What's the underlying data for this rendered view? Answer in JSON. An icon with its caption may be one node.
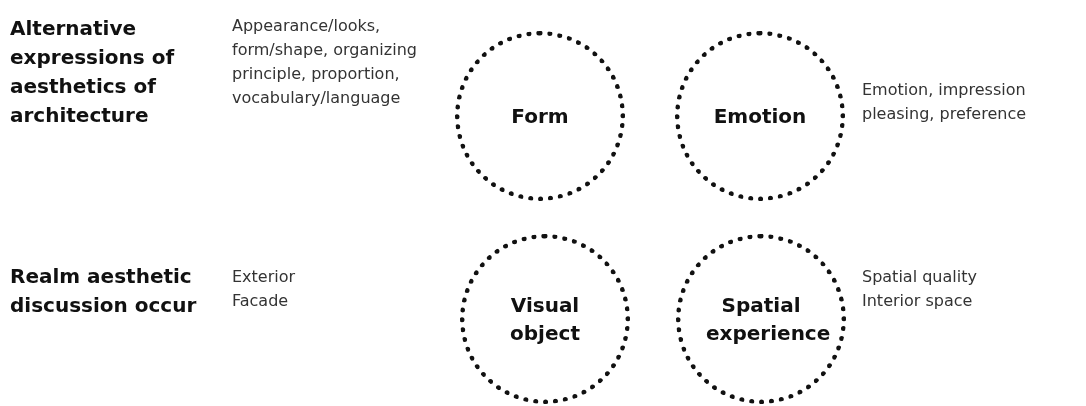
{
  "diagram": {
    "nodes": [
      {
        "text": [
          "Form"
        ],
        "beside": [
          "Appearance/looks, form/shape, organizing principle, proportion, vocabulary/language"
        ]
      },
      {
        "text": [
          "Emotion"
        ],
        "beside": [
          "Emotion, impression pleasing, preference"
        ]
      },
      {
        "text": [
          "Visual object"
        ]
      },
      {
        "text": [
          "Spatial experience"
        ],
        "beside": [
          "Spatial quality Interior space"
        ]
      }
    ],
    "labels": [
      "Alternative expressions of aesthetics of architecture",
      "Realm aesthetic discussion occur",
      "Exterior Facade"
    ]
  }
}
